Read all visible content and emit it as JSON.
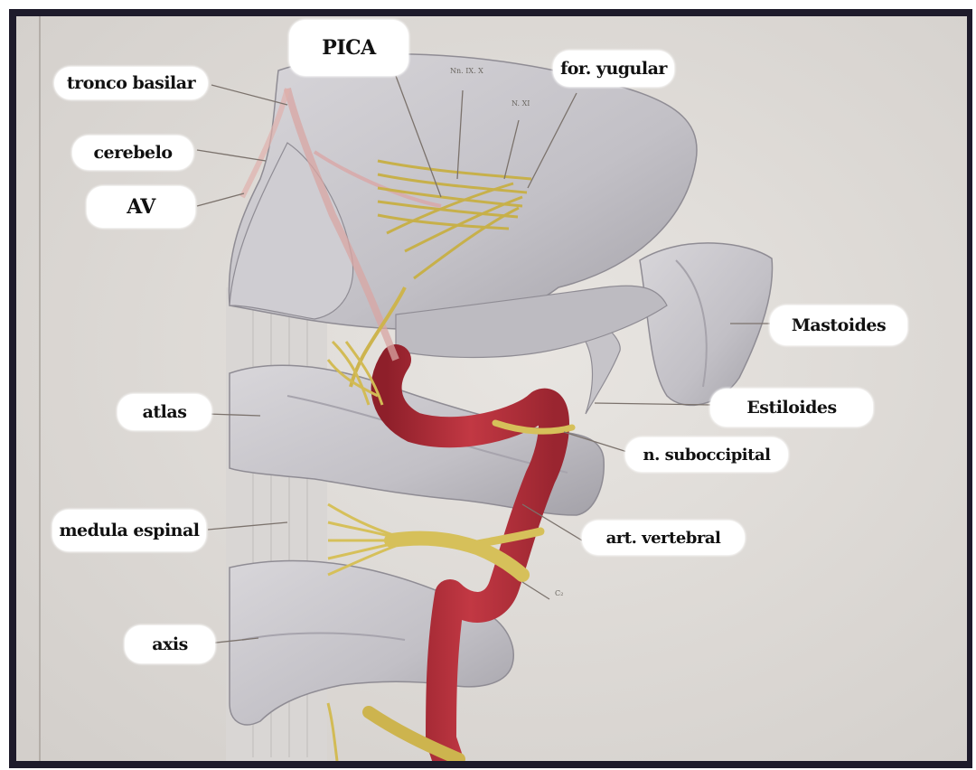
{
  "labels": {
    "pica": "PICA",
    "tronco_basilar": "tronco basilar",
    "cerebelo": "cerebelo",
    "av": "AV",
    "for_yugular": "for. yugular",
    "mastoides": "Mastoides",
    "estiloides": "Estiloides",
    "n_suboccipital": "n. suboccipital",
    "atlas": "atlas",
    "medula_espinal": "medula espinal",
    "art_vertebral": "art. vertebral",
    "axis": "axis"
  },
  "plate_marks": {
    "nn_ix_x": "Nn. IX. X",
    "n_xi": "N. XI",
    "c2": "C₂"
  },
  "colors": {
    "frame": "#1e1b2b",
    "paper": "#dedad6",
    "bone": "#c6c4c8",
    "bone_shadow": "#9d9ba3",
    "artery": "#b5313a",
    "nerve": "#d6c05a",
    "leader_line": "#7b726c"
  }
}
